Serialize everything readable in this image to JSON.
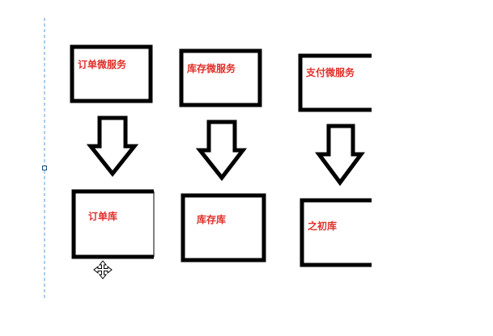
{
  "diagram": {
    "label_color": "#e0302a",
    "stroke_color": "#000000",
    "guide_color": "#5b9bd5",
    "services": [
      {
        "id": "order-service",
        "label": "订单微服务"
      },
      {
        "id": "inventory-service",
        "label": "库存微服务"
      },
      {
        "id": "payment-service",
        "label": "支付微服务"
      }
    ],
    "databases": [
      {
        "id": "order-db",
        "label": "订单库"
      },
      {
        "id": "inventory-db",
        "label": "库存库"
      },
      {
        "id": "payment-db",
        "label": "之初库"
      }
    ],
    "icons": {
      "move_cursor": "move-cursor-icon",
      "guide_handle": "resize-handle-icon"
    }
  }
}
